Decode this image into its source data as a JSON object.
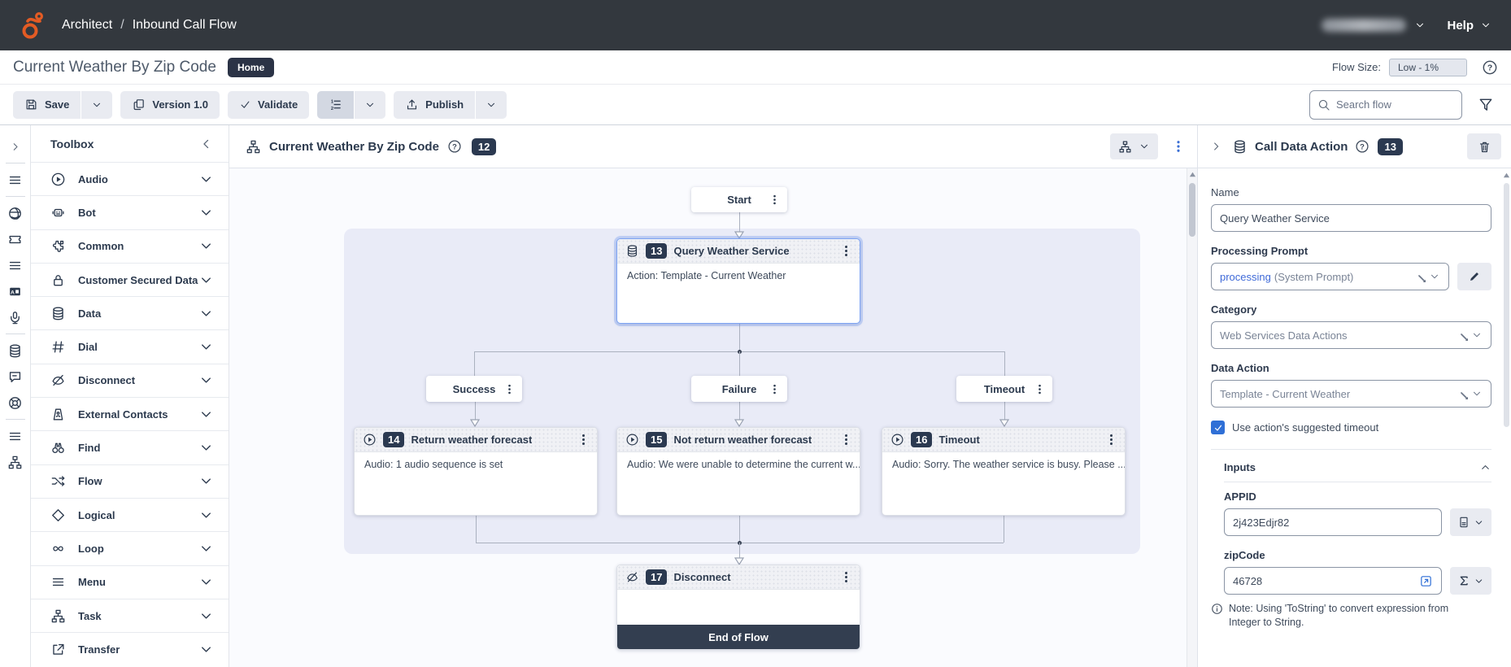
{
  "topbar": {
    "breadcrumb_app": "Architect",
    "breadcrumb_sep": "/",
    "breadcrumb_page": "Inbound Call Flow",
    "help_label": "Help"
  },
  "titlebar": {
    "title": "Current Weather By Zip Code",
    "home_badge": "Home",
    "flow_size_label": "Flow Size:",
    "flow_size_value": "Low - 1%"
  },
  "toolbar": {
    "save_label": "Save",
    "version_label": "Version 1.0",
    "validate_label": "Validate",
    "publish_label": "Publish",
    "search_placeholder": "Search flow"
  },
  "toolbox": {
    "title": "Toolbox",
    "items": [
      {
        "label": "Audio",
        "icon": "play-circle-icon"
      },
      {
        "label": "Bot",
        "icon": "robot-icon"
      },
      {
        "label": "Common",
        "icon": "puzzle-icon"
      },
      {
        "label": "Customer Secured Data",
        "icon": "lock-icon"
      },
      {
        "label": "Data",
        "icon": "database-icon"
      },
      {
        "label": "Dial",
        "icon": "hash-icon"
      },
      {
        "label": "Disconnect",
        "icon": "disconnect-icon"
      },
      {
        "label": "External Contacts",
        "icon": "contacts-icon"
      },
      {
        "label": "Find",
        "icon": "binoculars-icon"
      },
      {
        "label": "Flow",
        "icon": "shuffle-icon"
      },
      {
        "label": "Logical",
        "icon": "diamond-icon"
      },
      {
        "label": "Loop",
        "icon": "infinity-icon"
      },
      {
        "label": "Menu",
        "icon": "menu-lines-icon"
      },
      {
        "label": "Task",
        "icon": "sitemap-icon"
      },
      {
        "label": "Transfer",
        "icon": "external-link-icon"
      }
    ]
  },
  "canvas": {
    "title": "Current Weather By Zip Code",
    "badge": "12"
  },
  "flow": {
    "start_label": "Start",
    "action_node": {
      "number": "13",
      "title": "Query Weather Service",
      "body": "Action: Template - Current Weather",
      "icon": "database-icon"
    },
    "branches": [
      {
        "label": "Success"
      },
      {
        "label": "Failure"
      },
      {
        "label": "Timeout"
      }
    ],
    "outcome_nodes": [
      {
        "number": "14",
        "title": "Return weather forecast",
        "body": "Audio: 1 audio sequence is set",
        "icon": "play-circle-icon"
      },
      {
        "number": "15",
        "title": "Not return weather forecast",
        "body": "Audio: We were unable to determine the current w...",
        "icon": "play-circle-icon"
      },
      {
        "number": "16",
        "title": "Timeout",
        "body": "Audio: Sorry. The weather service is busy. Please ...",
        "icon": "play-circle-icon"
      }
    ],
    "disconnect_node": {
      "number": "17",
      "title": "Disconnect",
      "footer": "End of Flow",
      "icon": "disconnect-icon"
    }
  },
  "panel": {
    "title": "Call Data Action",
    "badge": "13",
    "name_label": "Name",
    "name_value": "Query Weather Service",
    "processing_label": "Processing Prompt",
    "processing_value": "processing",
    "processing_suffix": "(System Prompt)",
    "category_label": "Category",
    "category_value": "Web Services Data Actions",
    "data_action_label": "Data Action",
    "data_action_value": "Template - Current Weather",
    "timeout_checkbox_label": "Use action's suggested timeout",
    "inputs_label": "Inputs",
    "appid_label": "APPID",
    "appid_value": "2j423Edjr82",
    "zipcode_label": "zipCode",
    "zipcode_value": "46728",
    "note_text": "Note: Using 'ToString' to convert expression from Integer to String."
  },
  "icons": {
    "logo": "genesys-logo",
    "search": "magnifier",
    "filter": "funnel",
    "help": "question-circle",
    "accent_blue": "#3b6fd4",
    "badge_navy": "#2b3950",
    "checkbox_blue": "#2f6fd6"
  }
}
